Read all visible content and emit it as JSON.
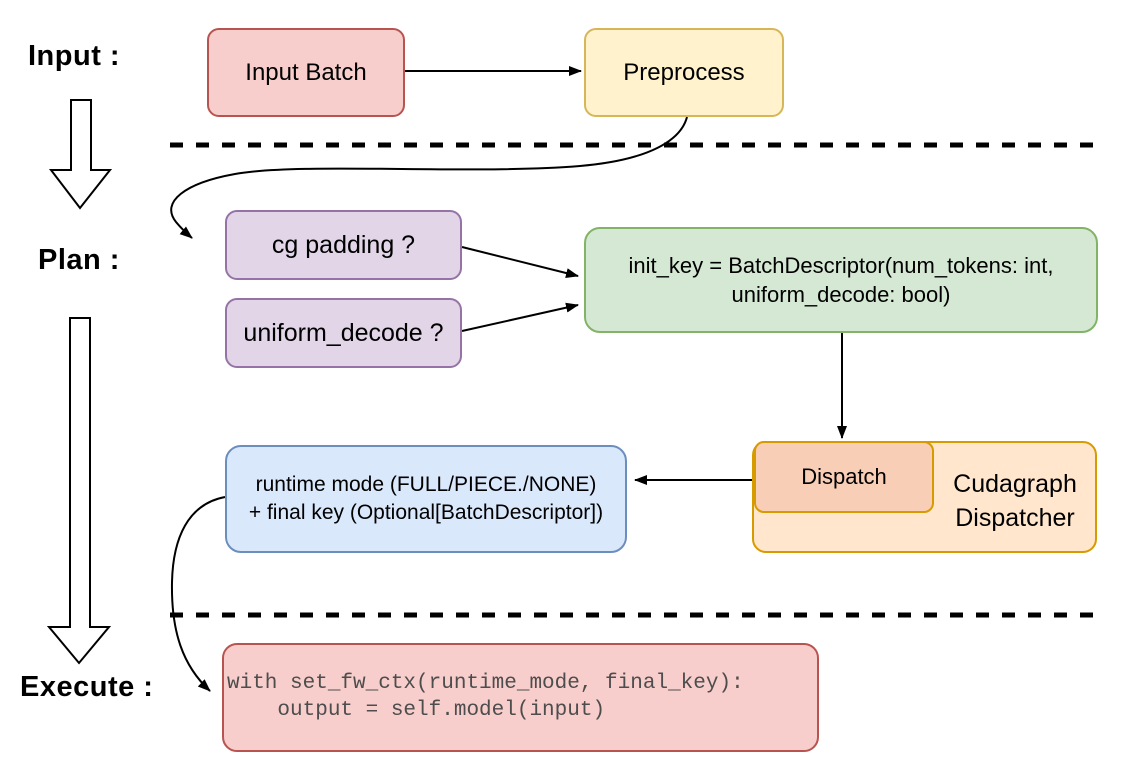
{
  "sections": {
    "input": "Input :",
    "plan": "Plan :",
    "execute": "Execute :"
  },
  "nodes": {
    "input_batch": {
      "label": "Input Batch"
    },
    "preprocess": {
      "label": "Preprocess"
    },
    "cg_padding": {
      "label": "cg padding ?"
    },
    "uniform_decode": {
      "label": "uniform_decode ?"
    },
    "init_key": {
      "lines": [
        "init_key = BatchDescriptor(num_tokens: int,",
        "uniform_decode: bool)"
      ]
    },
    "dispatch": {
      "label": "Dispatch"
    },
    "cudagraph_dispatcher": {
      "lines": [
        "Cudagraph",
        "Dispatcher"
      ]
    },
    "runtime_mode": {
      "lines": [
        "runtime mode (FULL/PIECE./NONE)",
        "+ final key (Optional[BatchDescriptor])"
      ]
    },
    "execute_code": {
      "lines": [
        "with set_fw_ctx(runtime_mode, final_key):",
        "    output = self.model(input)"
      ]
    }
  },
  "palette": {
    "red_fill": "#F8CECC",
    "red_stroke": "#B85450",
    "yellow_fill": "#FFF2CC",
    "yellow_stroke": "#D6B656",
    "purple_fill": "#E1D5E7",
    "purple_stroke": "#9673A6",
    "green_fill": "#D5E8D4",
    "green_stroke": "#82B366",
    "blue_fill": "#DAE8FC",
    "blue_stroke": "#6C8EBF",
    "orange_fill": "#FFE6CC",
    "orange_stroke": "#D79B00",
    "salmon_fill": "#F9CEB6",
    "edge_color": "#000000"
  }
}
